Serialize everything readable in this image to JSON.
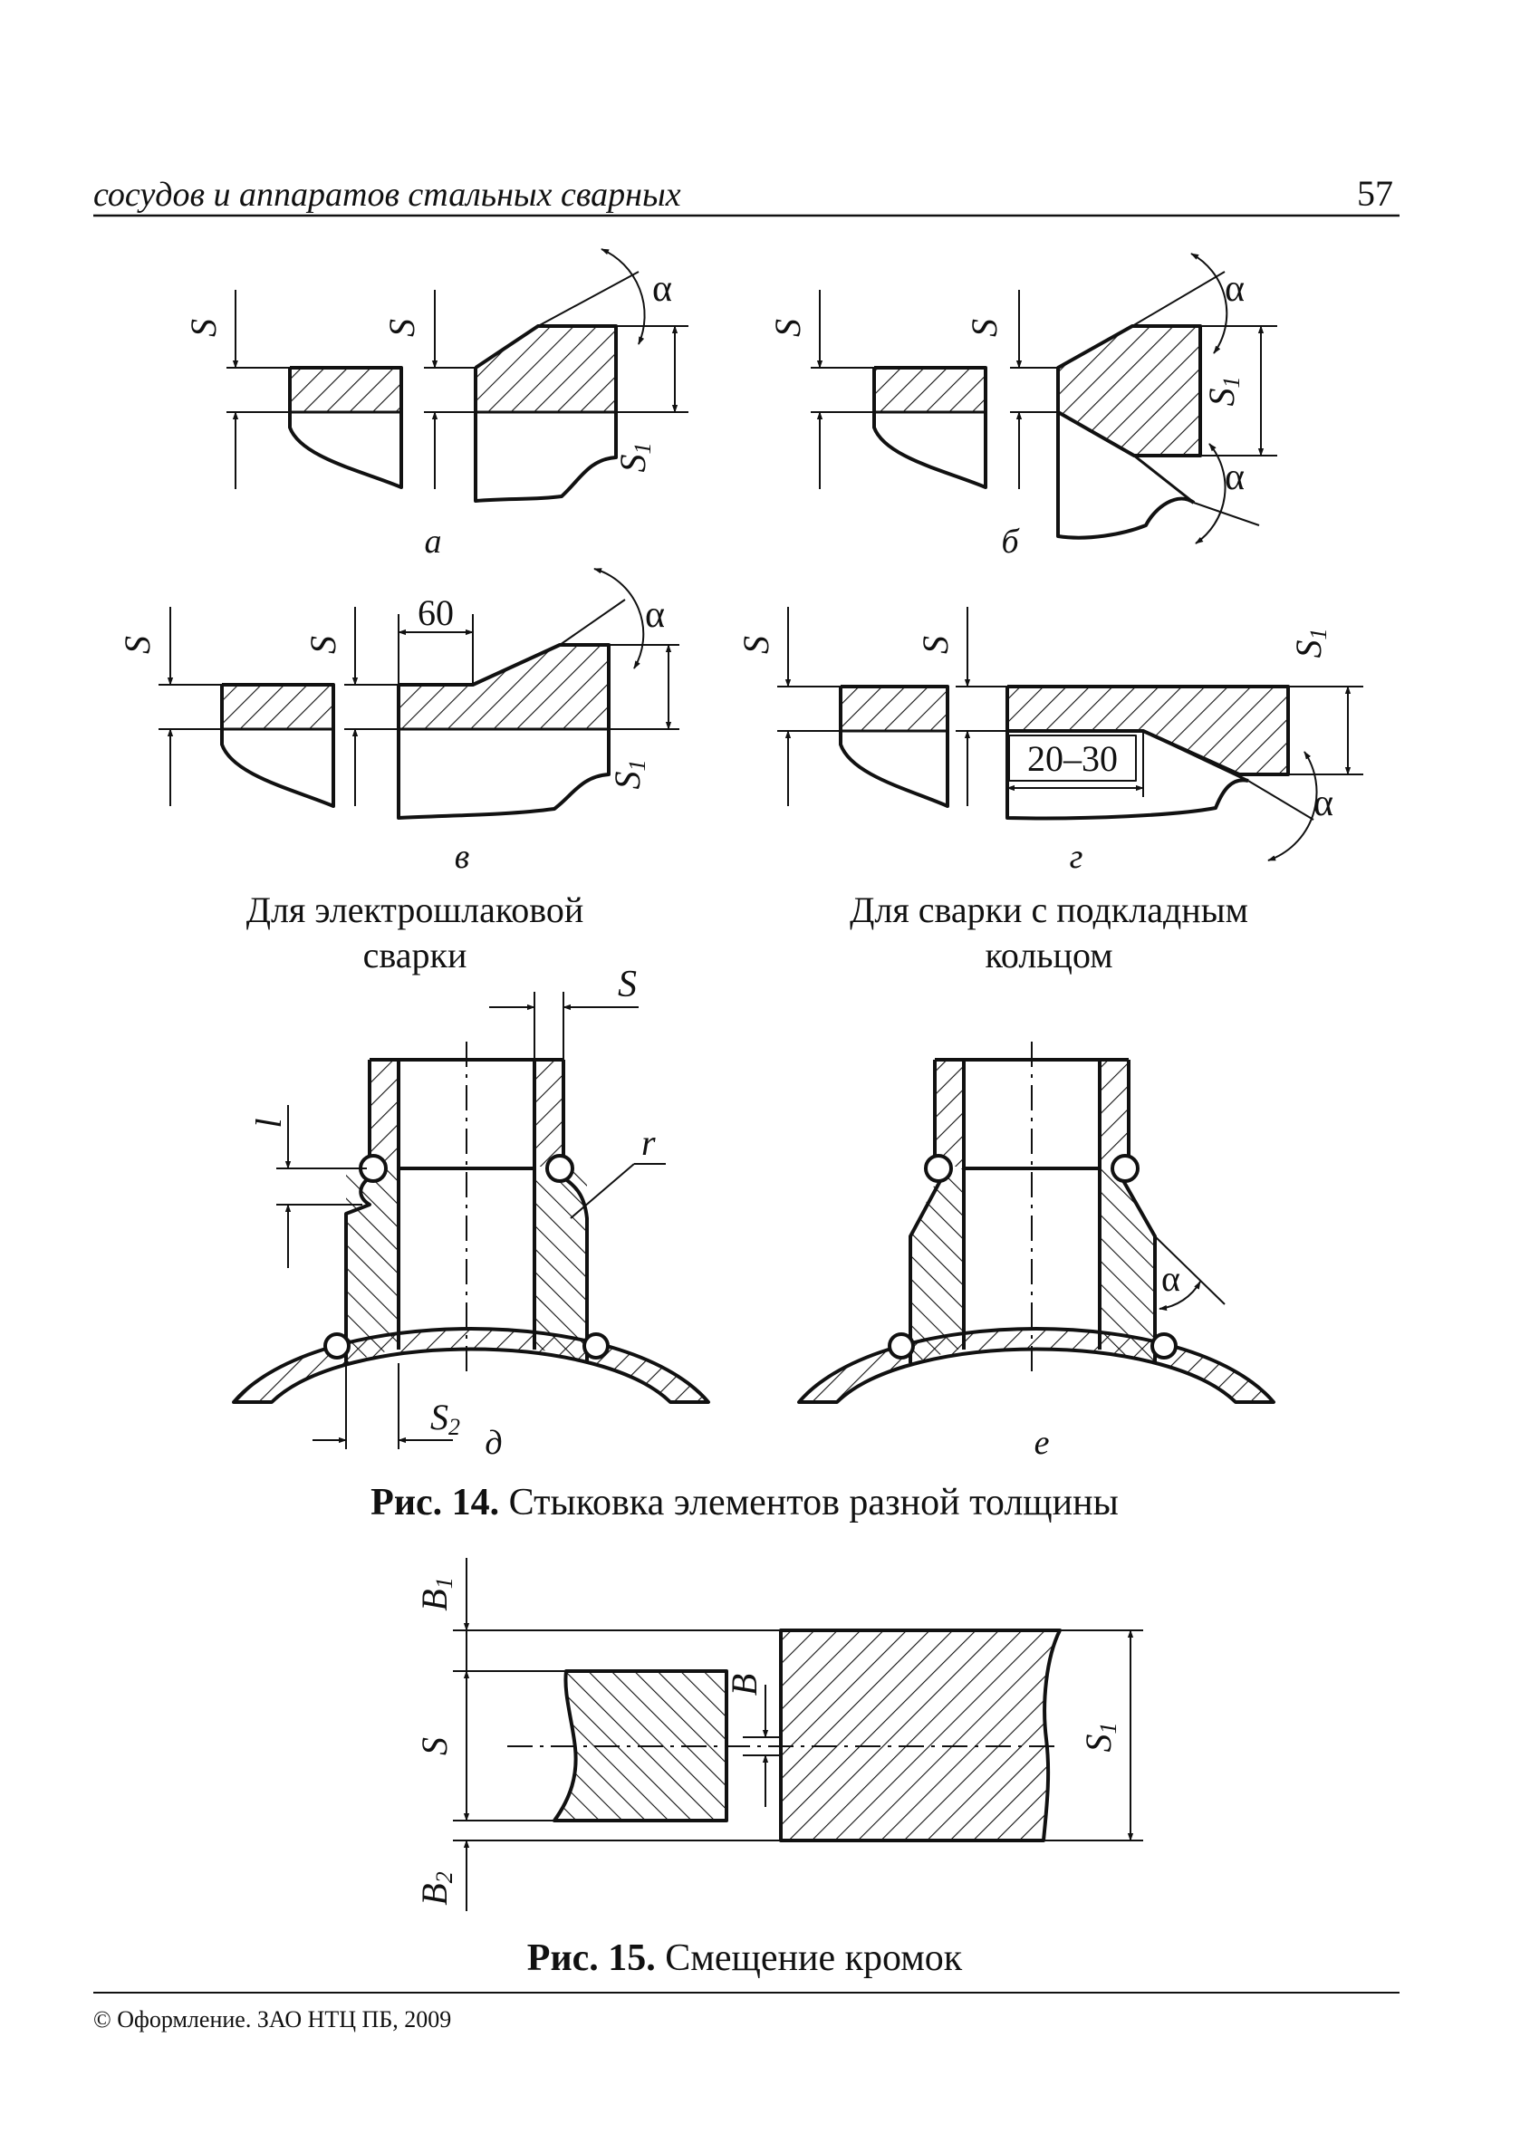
{
  "header": {
    "running_title": "сосудов и аппаратов стальных сварных",
    "page_number": "57"
  },
  "figure14": {
    "caption_label": "Рис. 14.",
    "caption_text": "Стыковка элементов разной толщины",
    "group_left_caption": [
      "Для электрошлаковой",
      "сварки"
    ],
    "group_right_caption": [
      "Для сварки с подкладным",
      "кольцом"
    ],
    "panel_labels": [
      "а",
      "б",
      "в",
      "г",
      "д",
      "е"
    ],
    "dim_s": "S",
    "dim_s1": "S",
    "sub_1": "1",
    "dim_s2": "S",
    "sub_2": "2",
    "dim_alpha": "α",
    "dim_60": "60",
    "dim_20_30": "20–30",
    "dim_l": "l",
    "dim_r": "r"
  },
  "figure15": {
    "caption_label": "Рис. 15.",
    "caption_text": "Смещение кромок",
    "dim_b": "B",
    "dim_b1": "B",
    "dim_b2": "B",
    "dim_s": "S",
    "dim_s1": "S",
    "sub_1": "1",
    "sub_2": "2"
  },
  "footer": {
    "copyright": "© Оформление. ЗАО НТЦ ПБ, 2009"
  }
}
